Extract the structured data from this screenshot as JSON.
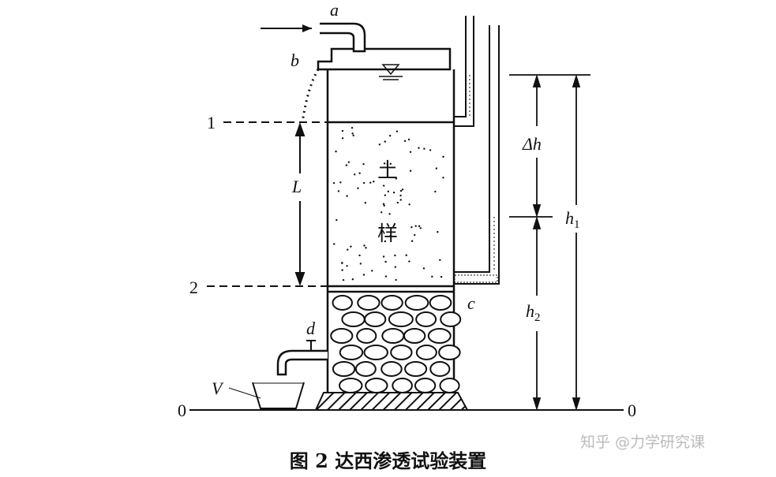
{
  "labels": {
    "a": "a",
    "b": "b",
    "c": "c",
    "d": "d",
    "V": "V",
    "L": "L",
    "dh": "Δh",
    "h1": "h",
    "h1_sub": "1",
    "h2": "h",
    "h2_sub": "2",
    "section1": "1",
    "section2": "2",
    "datum_left": "0",
    "datum_right": "0"
  },
  "soil_label": [
    "土",
    "样"
  ],
  "caption": "图 2  达西渗透试验装置",
  "watermark": "知乎 @力学研究课"
}
